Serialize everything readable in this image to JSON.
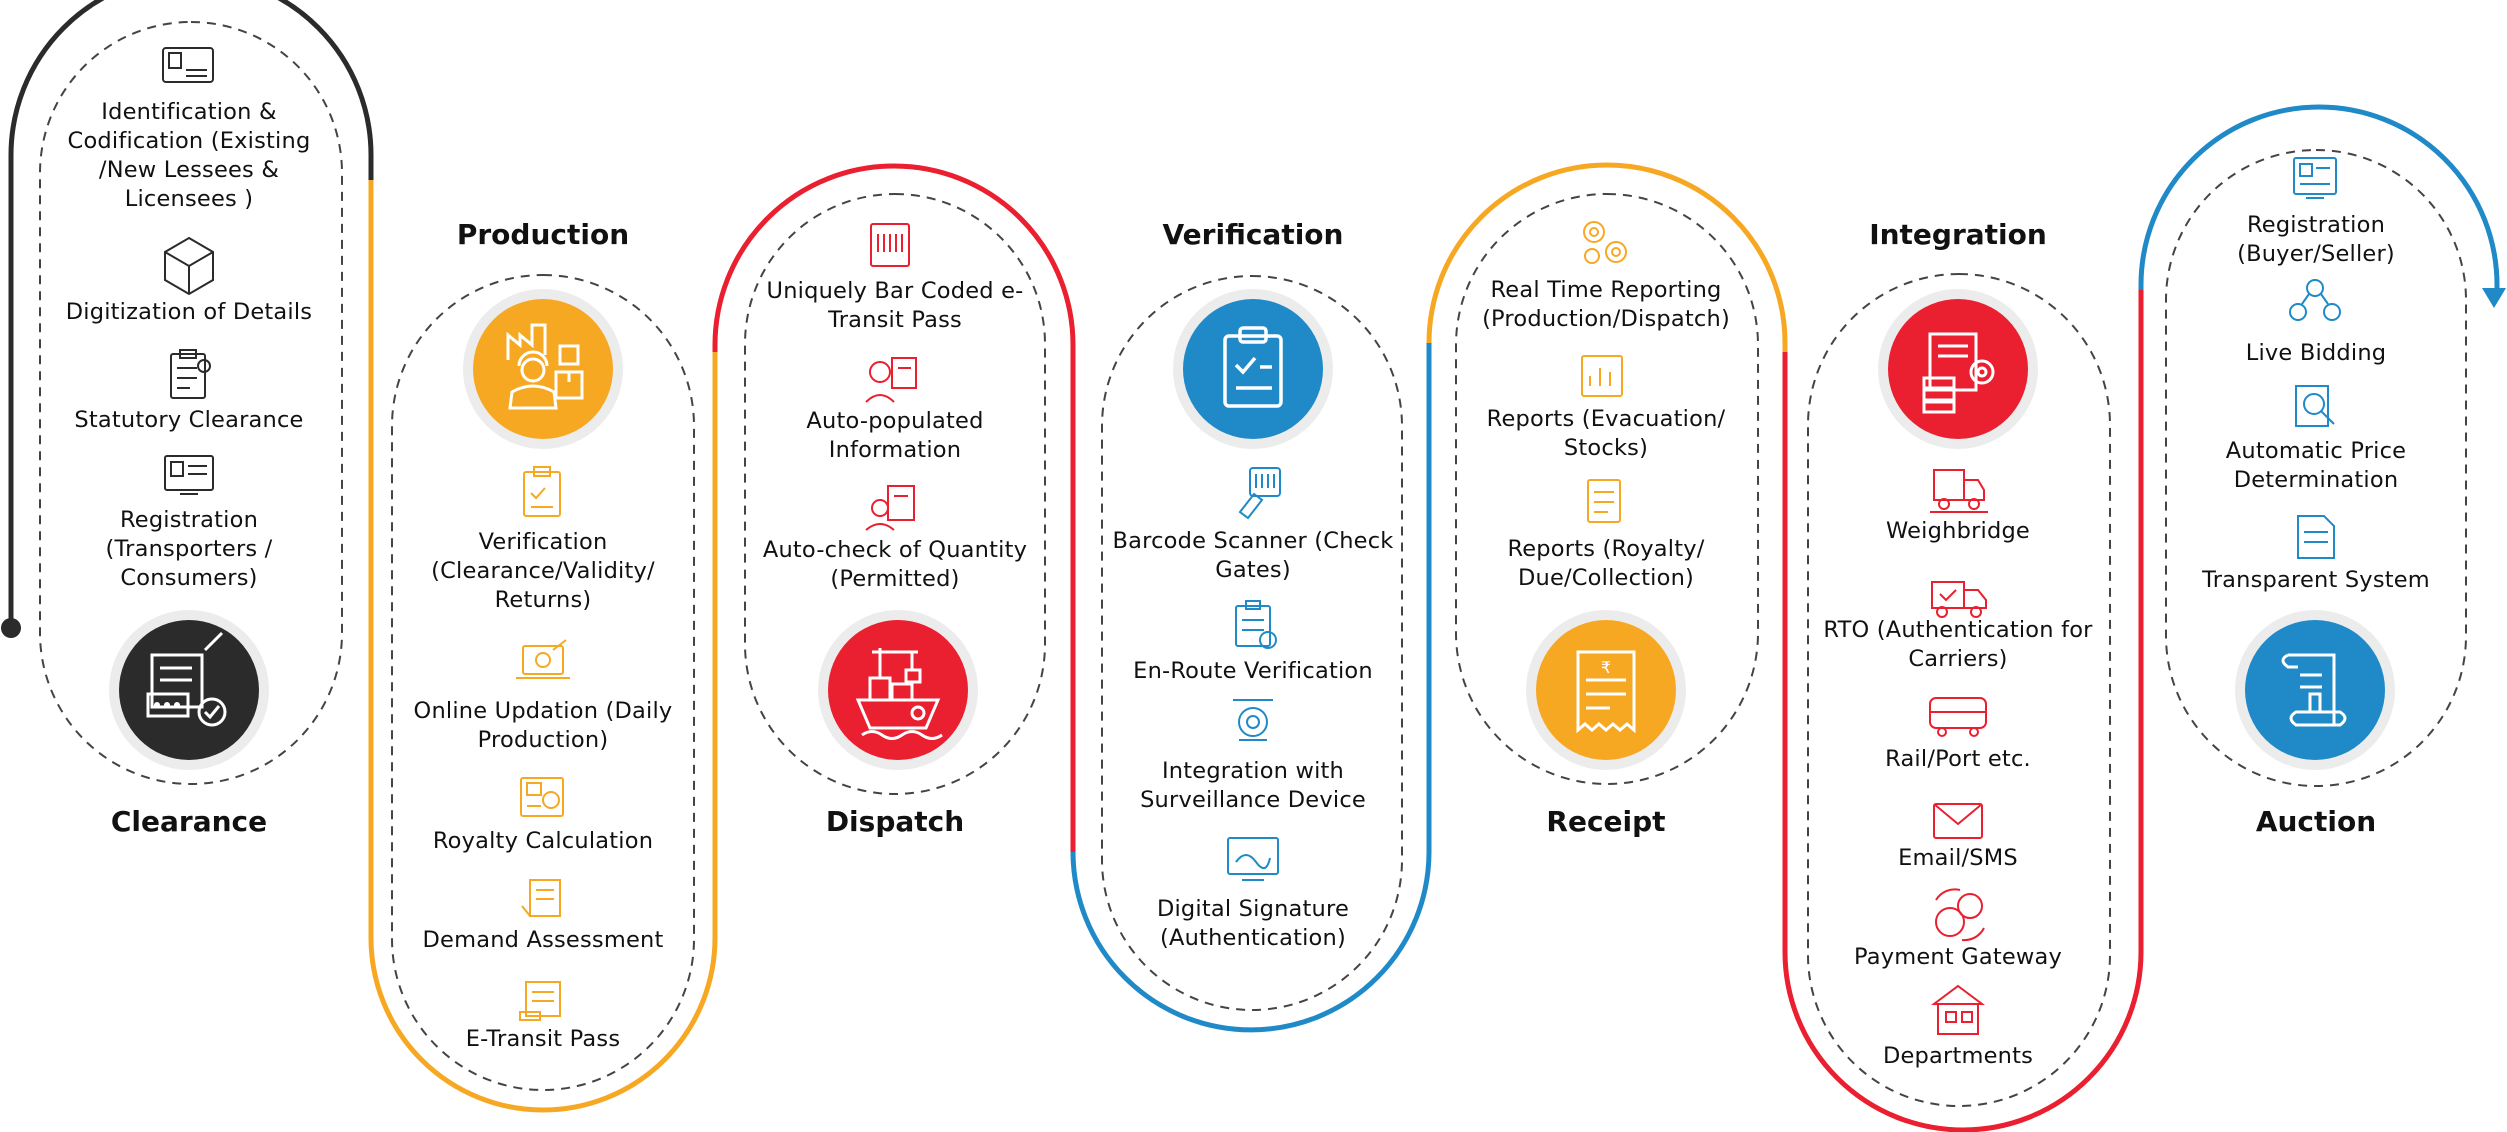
{
  "colors": {
    "black": "#2b2b2b",
    "orange": "#f7a823",
    "red": "#ea1f2f",
    "blue": "#1f8ac7",
    "dashed": "#444444"
  },
  "stages": {
    "clearance": {
      "title": "Clearance",
      "icon": "approval-checklist-icon",
      "items": [
        "Identification & Codification (Existing /New Lessees & Licensees )",
        "Digitization of Details",
        "Statutory Clearance",
        "Registration (Transporters / Consumers)"
      ]
    },
    "production": {
      "title": "Production",
      "icon": "factory-worker-icon",
      "items": [
        "Verification (Clearance/Validity/ Returns)",
        "Online Updation (Daily Production)",
        "Royalty Calculation",
        "Demand Assessment",
        "E-Transit Pass"
      ]
    },
    "dispatch": {
      "title": "Dispatch",
      "icon": "cargo-ship-icon",
      "items": [
        "Uniquely Bar Coded e-Transit Pass",
        "Auto-populated Information",
        "Auto-check of Quantity (Permitted)"
      ]
    },
    "verification": {
      "title": "Verification",
      "icon": "clipboard-check-icon",
      "items": [
        "Barcode Scanner (Check Gates)",
        "En-Route Verification",
        "Integration with Surveillance Device",
        "Digital Signature (Authentication)"
      ]
    },
    "receipt": {
      "title": "Receipt",
      "icon": "rupee-receipt-icon",
      "items": [
        "Real Time Reporting (Production/Dispatch)",
        "Reports (Evacuation/ Stocks)",
        "Reports (Royalty/ Due/Collection)"
      ]
    },
    "integration": {
      "title": "Integration",
      "icon": "server-document-gear-icon",
      "items": [
        "Weighbridge",
        "RTO (Authentication for Carriers)",
        "Rail/Port etc.",
        "Email/SMS",
        "Payment Gateway",
        "Departments"
      ]
    },
    "auction": {
      "title": "Auction",
      "icon": "scroll-document-icon",
      "items": [
        "Registration (Buyer/Seller)",
        "Live Bidding",
        "Automatic Price Determination",
        "Transparent System"
      ]
    }
  }
}
